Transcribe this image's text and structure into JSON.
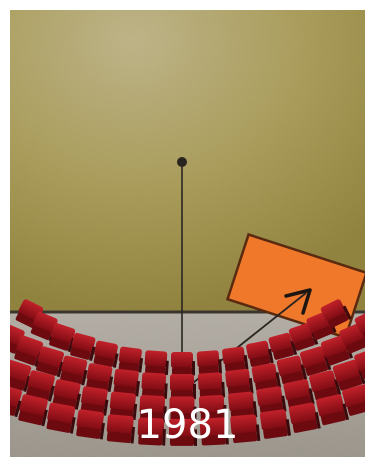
{
  "scene": {
    "year_label": "1981",
    "icons": {
      "pendulum": "pendulum-icon",
      "arrow": "arrow-icon",
      "panel": "tilted-orange-panel",
      "seats": "auditorium-seats"
    },
    "colors": {
      "wall_top": "#b2a77a",
      "wall_mid": "#9a8c45",
      "floor": "#a9a39a",
      "floor_line": "#3a3530",
      "panel": "#f0782b",
      "panel_border": "#5a2a10",
      "seat": "#a8141c",
      "seat_dark": "#6c0a10",
      "line": "#2a2420",
      "year_text": "#ffffff"
    }
  }
}
